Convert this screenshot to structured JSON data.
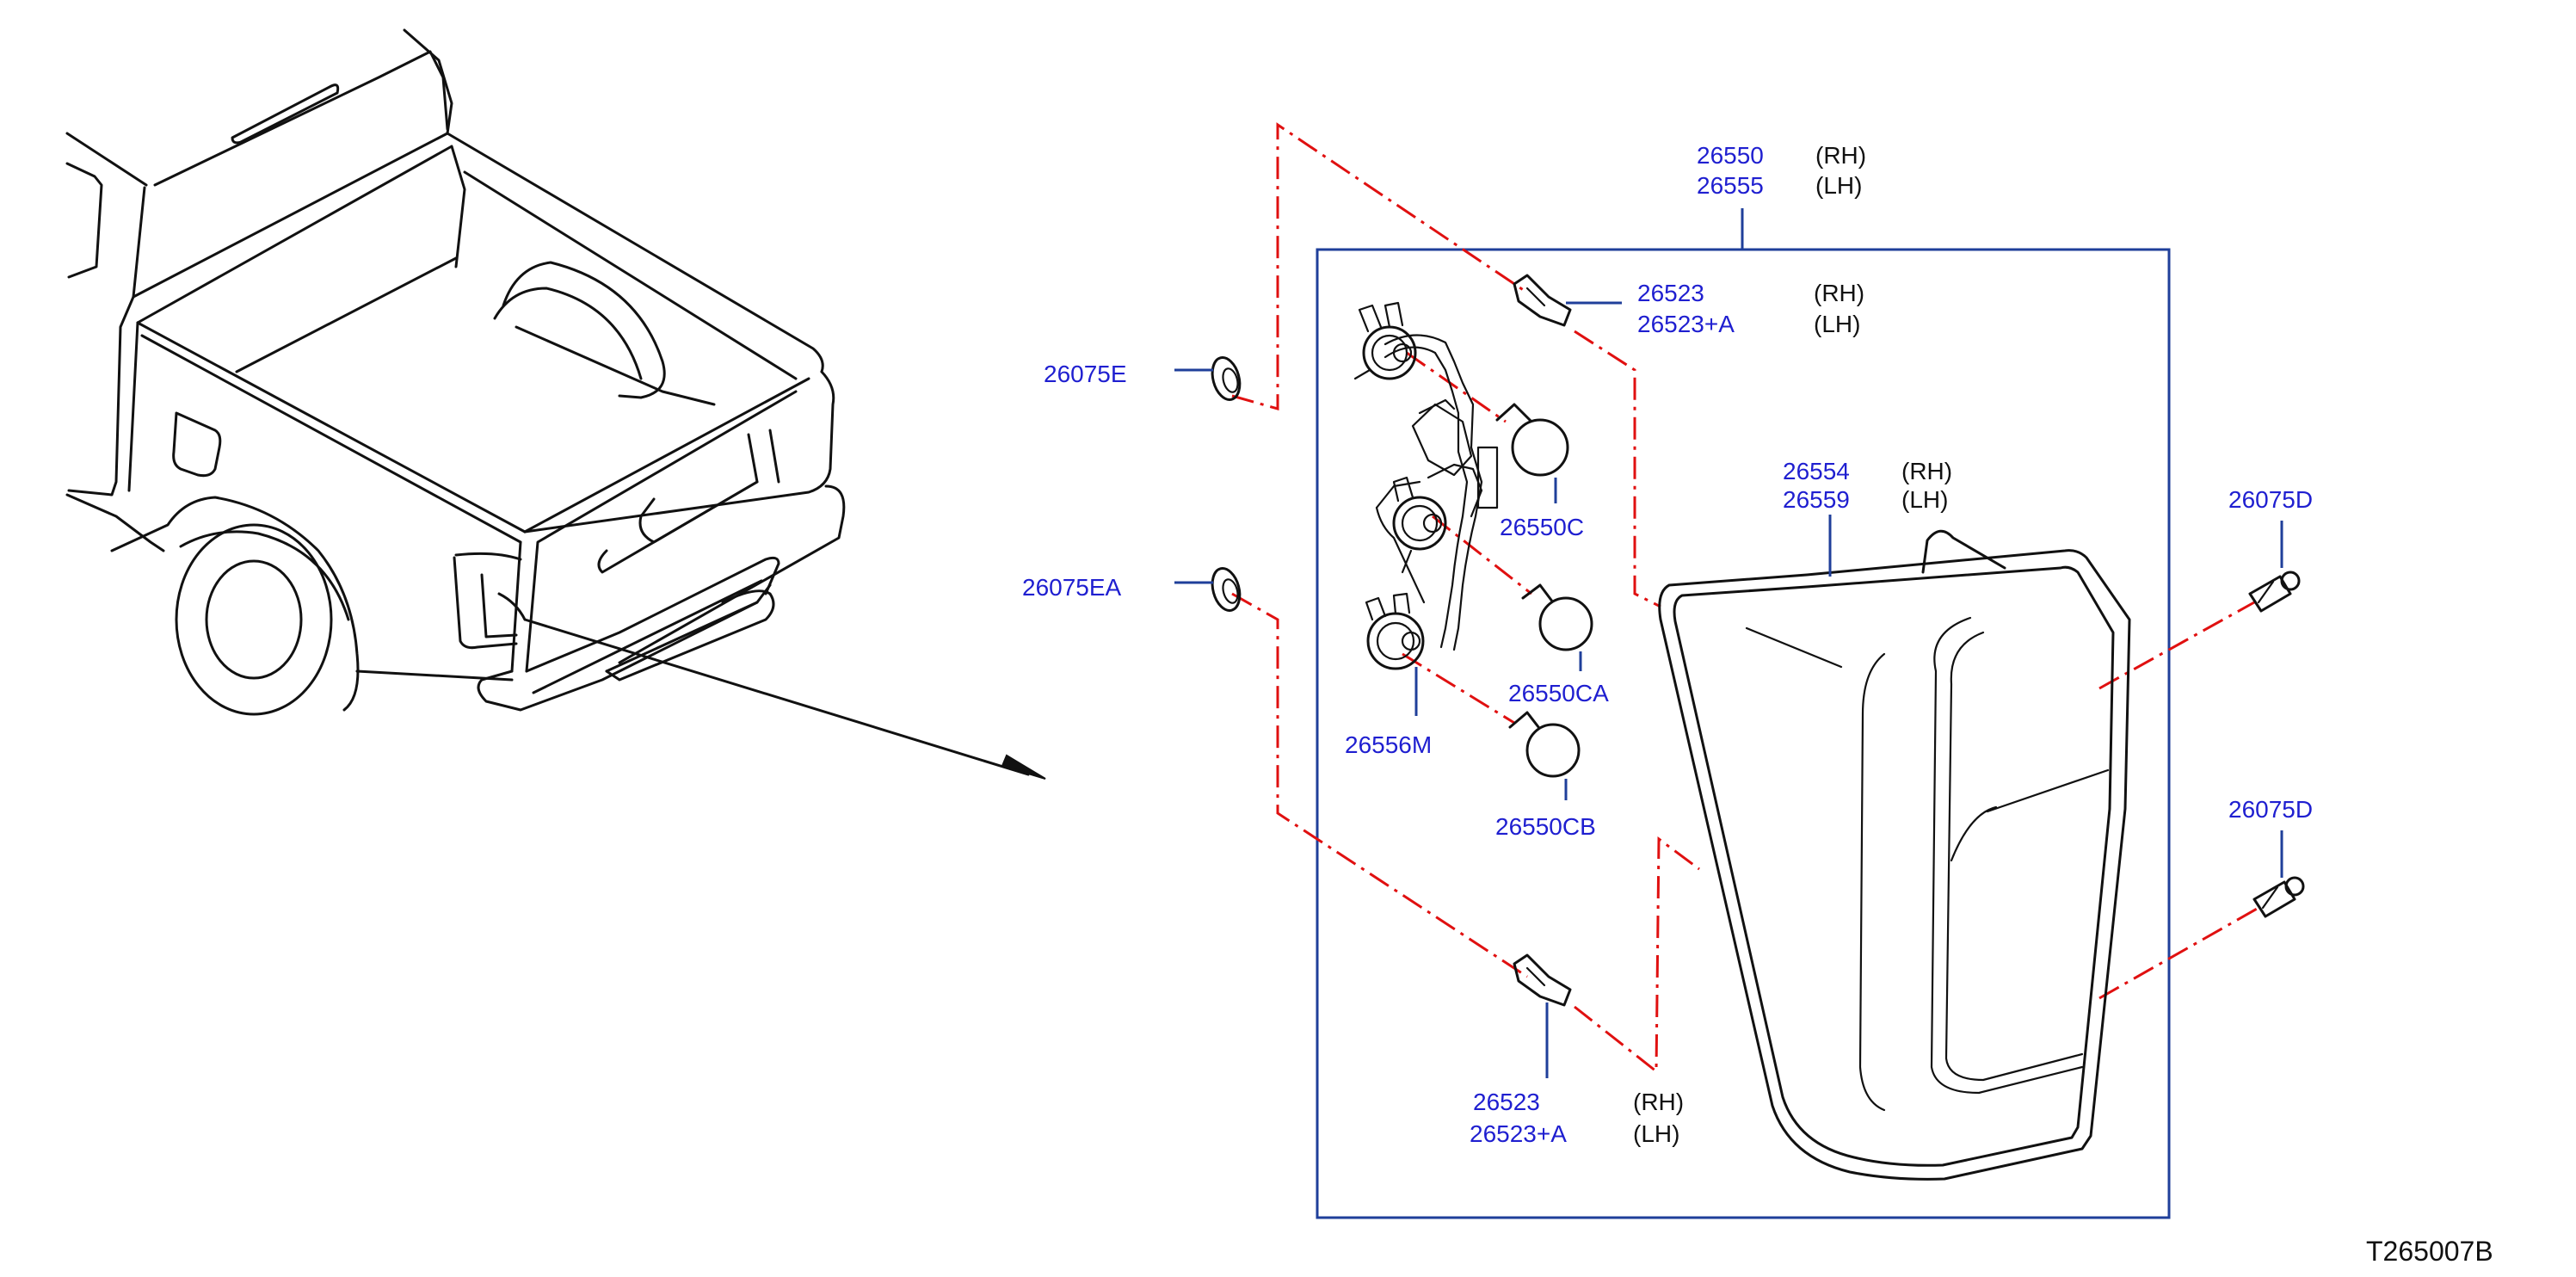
{
  "diagram": {
    "reference_code": "T265007B",
    "colors": {
      "part_number": "#1f1fd0",
      "leader": "#1f3f9a",
      "assembly_line": "#e01010",
      "outline": "#111111"
    },
    "labels": {
      "assembly_rh": "26550",
      "assembly_lh": "26555",
      "assembly_rh_side": "(RH)",
      "assembly_lh_side": "(LH)",
      "clip_top_rh": "26523",
      "clip_top_lh": "26523+A",
      "clip_top_rh_side": "(RH)",
      "clip_top_lh_side": "(LH)",
      "grommet_e": "26075E",
      "grommet_ea": "26075EA",
      "lens_rh": "26554",
      "lens_lh": "26559",
      "lens_rh_side": "(RH)",
      "lens_lh_side": "(LH)",
      "screw_top": "26075D",
      "screw_bottom": "26075D",
      "bulb_c": "26550C",
      "bulb_ca": "26550CA",
      "bulb_cb": "26550CB",
      "harness": "26556M",
      "clip_bottom_rh": "26523",
      "clip_bottom_lh": "26523+A",
      "clip_bottom_rh_side": "(RH)",
      "clip_bottom_lh_side": "(LH)"
    }
  }
}
